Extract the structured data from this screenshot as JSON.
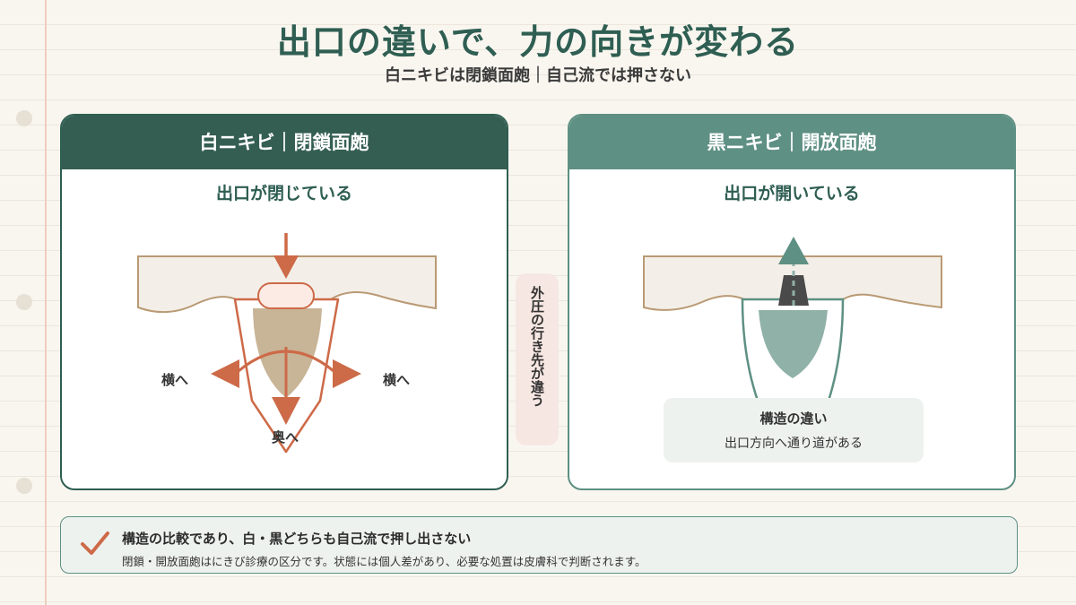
{
  "title": "出口の違いで、力の向きが変わる",
  "subtitle": "白ニキビは閉鎖面皰｜自己流では押さない",
  "left_panel": {
    "header": "白ニキビ｜閉鎖面皰",
    "subtitle": "出口が閉じている",
    "labels": {
      "left": "横へ",
      "right": "横へ",
      "down": "奥へ"
    }
  },
  "middle": {
    "text": "外圧の行き先が違う"
  },
  "right_panel": {
    "header": "黒ニキビ｜開放面皰",
    "subtitle": "出口が開いている",
    "note_title": "構造の違い",
    "note_text": "出口方向へ通り道がある"
  },
  "bottom": {
    "icon": "check-icon",
    "title": "構造の比較であり、白・黒どちらも自己流で押し出さない",
    "text": "閉鎖・開放面皰はにきび診療の区分です。状態には個人差があり、必要な処置は皮膚科で判断されます。"
  },
  "colors": {
    "dark_green": "#345e52",
    "teal": "#5e9083",
    "orange": "#cd6a48",
    "skin": "#f3efe8",
    "skin_border": "#b99a74",
    "sebum": "#c8b496",
    "teal_fill": "#8fb1a8"
  }
}
